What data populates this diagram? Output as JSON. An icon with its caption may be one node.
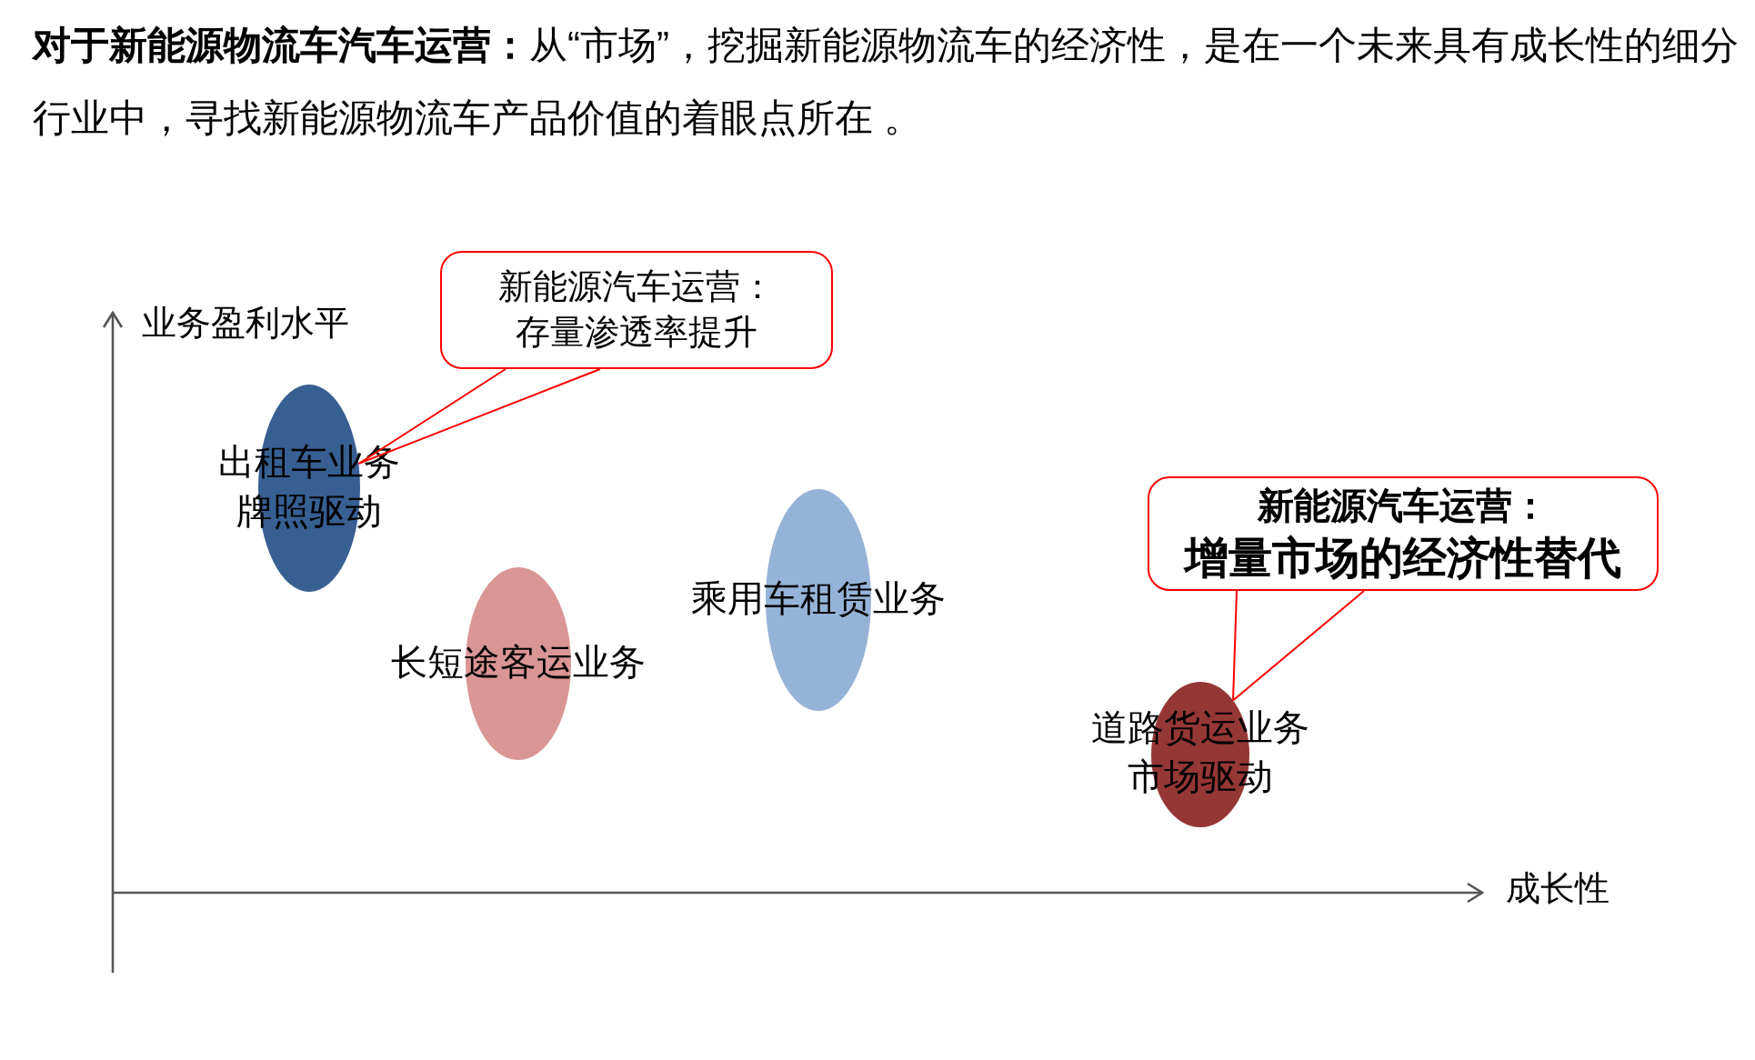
{
  "diagram": {
    "title": "**对于新能源物流车汽车运营：**从“市场”，挖掘新能源物流车的经济性，是在一个未来具有成长性的细分行业中，寻找新能源物流车产品价值的着眼点所在 。",
    "nodes": [
      {
        "text": [
          "新能源汽车运营：",
          "存量渗透率提升"
        ]
      },
      {
        "text": [
          "出租车业务",
          "牌照驱动"
        ]
      },
      {
        "text": [
          "长短途客运业务"
        ]
      },
      {
        "text": [
          "乘用车租赁业务"
        ]
      },
      {
        "text": [
          "新能源汽车运营：",
          "增量市场的经济性替代"
        ]
      },
      {
        "text": [
          "道路货运业务",
          "市场驱动"
        ]
      }
    ],
    "edges": [
      {
        "from": 0,
        "to": 1,
        "arrow": "none",
        "color": "#ff0000"
      },
      {
        "from": 4,
        "to": 5,
        "arrow": "none",
        "color": "#ff0000"
      }
    ],
    "labels": [
      "业务盈利水平",
      "成长性"
    ]
  }
}
